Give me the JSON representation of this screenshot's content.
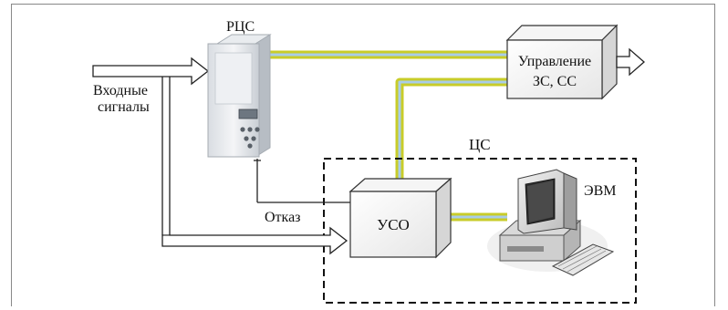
{
  "labels": {
    "rcs": "РЦС",
    "inputs_line1": "Входные",
    "inputs_line2": "сигналы",
    "control_line1": "Управление",
    "control_line2": "ЗС, СС",
    "cs": "ЦС",
    "computer": "ЭВМ",
    "uso": "УСО",
    "fault": "Отказ"
  },
  "colors": {
    "cable_yellow": "#c8cc2a",
    "cable_blue": "#a9cde8",
    "box_edge": "#333333"
  }
}
